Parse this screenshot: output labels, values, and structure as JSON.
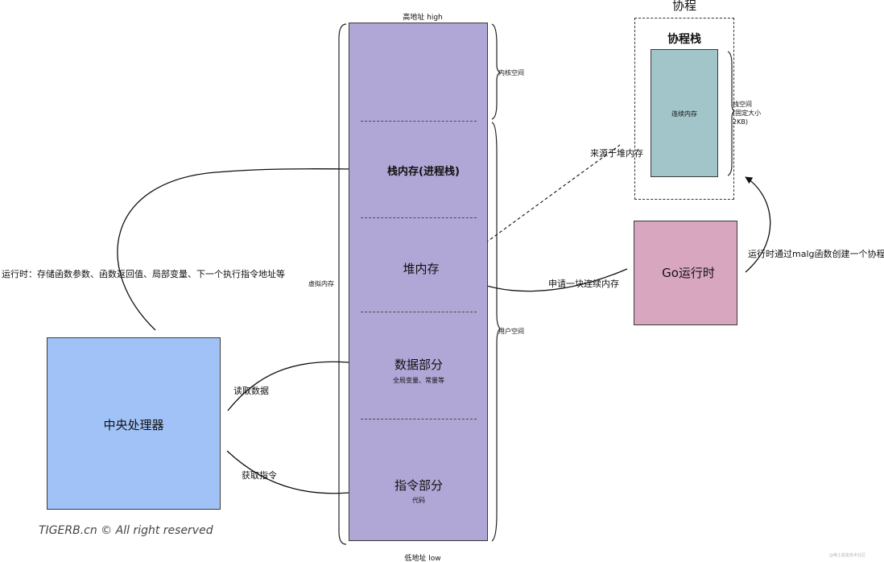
{
  "memory": {
    "high_label": "高地址 high",
    "low_label": "低地址 low",
    "virtual_label": "虚拟内存",
    "kernel_space_label": "内核空间",
    "user_space_label": "用户空间",
    "stack_label": "栈内存(进程栈)",
    "heap_label": "堆内存",
    "data_label": "数据部分",
    "data_sub": "全局变量、常量等",
    "text_label": "指令部分",
    "text_sub": "代码",
    "fill_color": "#b1a7d6"
  },
  "cpu": {
    "label": "中央处理器",
    "fill_color": "#a0c2f6"
  },
  "arrows": {
    "stack_usage": "运行时：存储函数参数、函数返回值、局部变量、下一个执行指令地址等",
    "read_data": "读取数据",
    "fetch_instruction": "获取指令",
    "request_memory": "申请一块连续内存",
    "from_heap": "来源于堆内存",
    "create_coroutine": "运行时通过malg函数创建一个协程"
  },
  "go_runtime": {
    "label": "Go运行时",
    "fill_color": "#d9a6c0"
  },
  "coroutine": {
    "title": "协程",
    "stack_title": "协程栈",
    "contiguous_label": "连续内存",
    "stack_space_line1": "栈空间",
    "stack_space_line2": "(固定大小",
    "stack_space_line3": "2KB)",
    "fill_color": "#a2c5c9"
  },
  "footer": {
    "copyright": "TIGERB.cn © All right reserved",
    "watermark": "@稀土掘金技术社区"
  }
}
